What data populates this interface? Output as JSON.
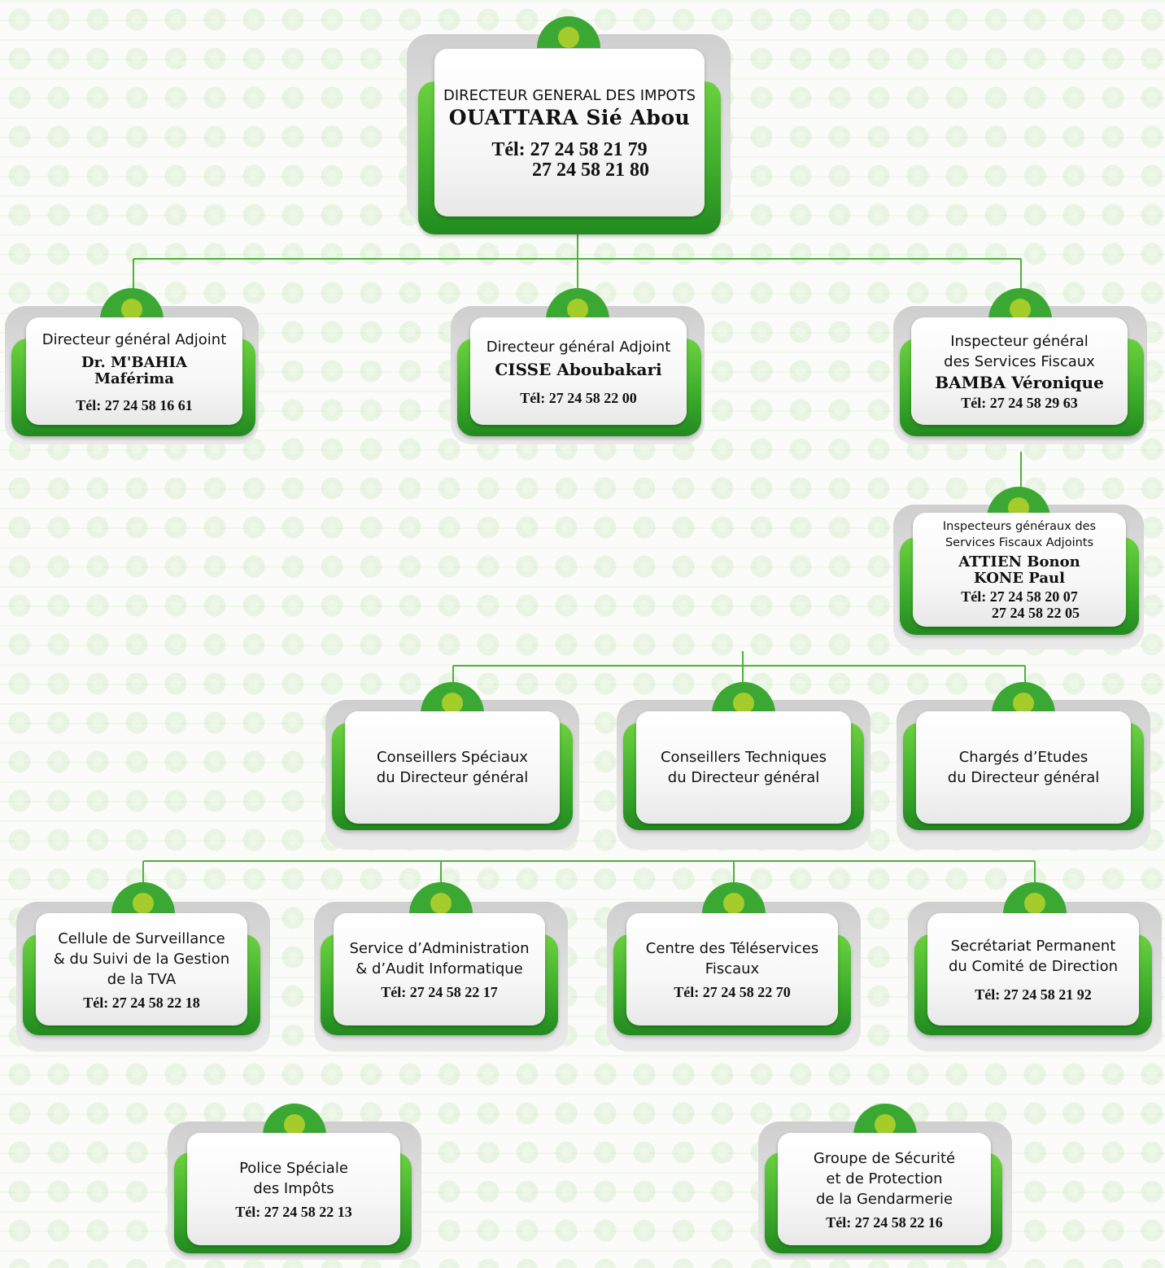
{
  "top": {
    "role": "DIRECTEUR GENERAL DES IMPOTS",
    "name": "OUATTARA Sié Abou",
    "tel_label": "Tél:",
    "tel1": "27 24 58 21 79",
    "tel2": "27 24 58 21 80"
  },
  "level1": [
    {
      "role": "Directeur général Adjoint",
      "name1": "Dr. M'BAHIA",
      "name2": "Maférima",
      "tel": "Tél: 27 24 58 16 61"
    },
    {
      "role": "Directeur général Adjoint",
      "name1": "CISSE Aboubakari",
      "tel": "Tél: 27 24 58 22 00"
    },
    {
      "role1": "Inspecteur général",
      "role2": "des Services Fiscaux",
      "name1": "BAMBA Véronique",
      "tel": "Tél: 27 24 58 29 63"
    }
  ],
  "adjoints": {
    "role1": "Inspecteurs généraux des",
    "role2": "Services Fiscaux Adjoints",
    "name1": "ATTIEN Bonon",
    "name2": "KONE Paul",
    "tel_label": "Tél:",
    "tel1": "27 24 58 20 07",
    "tel2": "27 24 58 22 05"
  },
  "advisers": [
    {
      "line1": "Conseillers Spéciaux",
      "line2": "du Directeur général"
    },
    {
      "line1": "Conseillers Techniques",
      "line2": "du Directeur général"
    },
    {
      "line1": "Chargés d’Etudes",
      "line2": "du Directeur général"
    }
  ],
  "services": [
    {
      "line1": "Cellule de Surveillance",
      "line2": "& du Suivi de la Gestion",
      "line3": "de la TVA",
      "tel": "Tél: 27 24 58 22 18"
    },
    {
      "line1": "Service d’Administration",
      "line2": "& d’Audit Informatique",
      "tel": "Tél: 27 24 58 22 17"
    },
    {
      "line1": "Centre des Téléservices",
      "line2": "Fiscaux",
      "tel": "Tél: 27 24 58 22 70"
    },
    {
      "line1": "Secrétariat Permanent",
      "line2": "du Comité de Direction",
      "tel": "Tél: 27 24 58 21 92"
    }
  ],
  "security": [
    {
      "line1": "Police Spéciale",
      "line2": "des Impôts",
      "tel": "Tél: 27 24 58 22 13"
    },
    {
      "line1": "Groupe de Sécurité",
      "line2": "et de Protection",
      "line3": "de la Gendarmerie",
      "tel": "Tél: 27 24 58 22 16"
    }
  ],
  "colors": {
    "line": "#4fb33a",
    "box_green": "#3fae2c",
    "dot": "#a4cc2a"
  }
}
